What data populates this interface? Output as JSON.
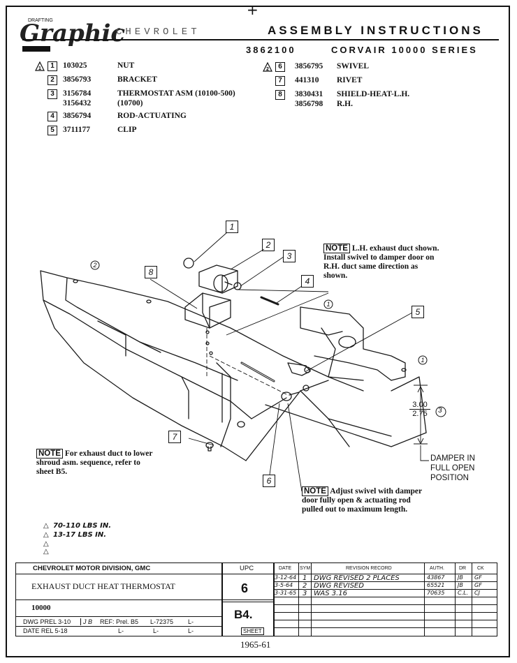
{
  "header": {
    "logo_top": "DRAFTING",
    "logo_script": "Graphic",
    "brand": "CHEVROLET",
    "title": "ASSEMBLY INSTRUCTIONS",
    "number": "3862100",
    "series": "CORVAIR 10000 SERIES"
  },
  "parts_left": [
    {
      "callout": "1",
      "part": "103025",
      "desc": "NUT",
      "flag": true
    },
    {
      "callout": "2",
      "part": "3856793",
      "desc": "BRACKET"
    },
    {
      "callout": "3",
      "part": "3156784",
      "desc": "THERMOSTAT ASM (10100-500)",
      "part2": "3156432",
      "desc2": "(10700)"
    },
    {
      "callout": "4",
      "part": "3856794",
      "desc": "ROD-ACTUATING"
    },
    {
      "callout": "5",
      "part": "3711177",
      "desc": "CLIP"
    }
  ],
  "parts_right": [
    {
      "callout": "6",
      "part": "3856795",
      "desc": "SWIVEL",
      "flag": true
    },
    {
      "callout": "7",
      "part": "441310",
      "desc": "RIVET"
    },
    {
      "callout": "8",
      "part": "3830431",
      "desc": "SHIELD-HEAT-L.H.",
      "part2": "3856798",
      "desc2": "R.H."
    }
  ],
  "notes": {
    "label": "NOTE",
    "top": [
      "L.H. exhaust duct shown.",
      "Install swivel to damper door on",
      "R.H. duct same direction as",
      "shown."
    ],
    "left": [
      "For exhaust duct to lower",
      "shroud asm. sequence, refer to",
      "sheet B5."
    ],
    "bottom": [
      "Adjust swivel with damper",
      "door fully open & actuating rod",
      "pulled out to maximum length."
    ],
    "damper": [
      "DAMPER IN",
      "FULL OPEN",
      "POSITION"
    ]
  },
  "dimension": {
    "upper": "3.00",
    "lower": "2.75",
    "ref": "3"
  },
  "torques": [
    "70-110 LBS IN.",
    "13-17 LBS IN."
  ],
  "callouts": [
    "1",
    "2",
    "3",
    "4",
    "5",
    "6",
    "7",
    "8"
  ],
  "title_block": {
    "division": "CHEVROLET MOTOR DIVISION, GMC",
    "title": "EXHAUST DUCT HEAT THERMOSTAT",
    "model": "10000",
    "upc_label": "UPC",
    "upc": "6",
    "sheet_no": "B4.",
    "sheet_label": "SHEET",
    "dwg": "DWG PREL 3-10",
    "date": "DATE REL 5-18",
    "initials": "J B",
    "ref": "REF: Prel. B5",
    "ref2": "L-72375",
    "l_marks": [
      "L-",
      "L-",
      "L-",
      "L-"
    ],
    "rev_headers": {
      "date": "DATE",
      "sym": "SYM",
      "record": "REVISION RECORD",
      "auth": "AUTH.",
      "dr": "DR",
      "ck": "CK"
    },
    "revisions": [
      {
        "date": "3-12-64",
        "sym": "1",
        "record": "DWG REVISED 2 PLACES",
        "auth": "43867",
        "dr": "JB",
        "ck": "GF"
      },
      {
        "date": "3-5-64",
        "sym": "2",
        "record": "DWG REVISED",
        "auth": "65521",
        "dr": "JB",
        "ck": "GF"
      },
      {
        "date": "3-31-65",
        "sym": "3",
        "record": "WAS 3.16",
        "auth": "70635",
        "dr": "C.L.",
        "ck": "CJ"
      }
    ]
  },
  "footer": "1965-61"
}
